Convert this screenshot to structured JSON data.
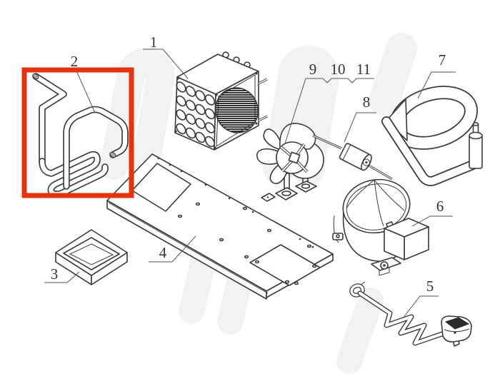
{
  "diagram": {
    "kind": "exploded-parts-line-drawing",
    "callouts": [
      {
        "number": "1"
      },
      {
        "number": "2"
      },
      {
        "number": "3"
      },
      {
        "number": "4"
      },
      {
        "number": "5"
      },
      {
        "number": "6"
      },
      {
        "number": "7"
      },
      {
        "number": "8"
      },
      {
        "number": "9"
      },
      {
        "number": "10"
      },
      {
        "number": "11"
      }
    ],
    "highlight": {
      "highlighted_callout": "2",
      "color": "#e5330f"
    },
    "colors": {
      "background": "#ffffff",
      "line": "#3a3a3a",
      "watermark": "#f2f2f2"
    }
  }
}
